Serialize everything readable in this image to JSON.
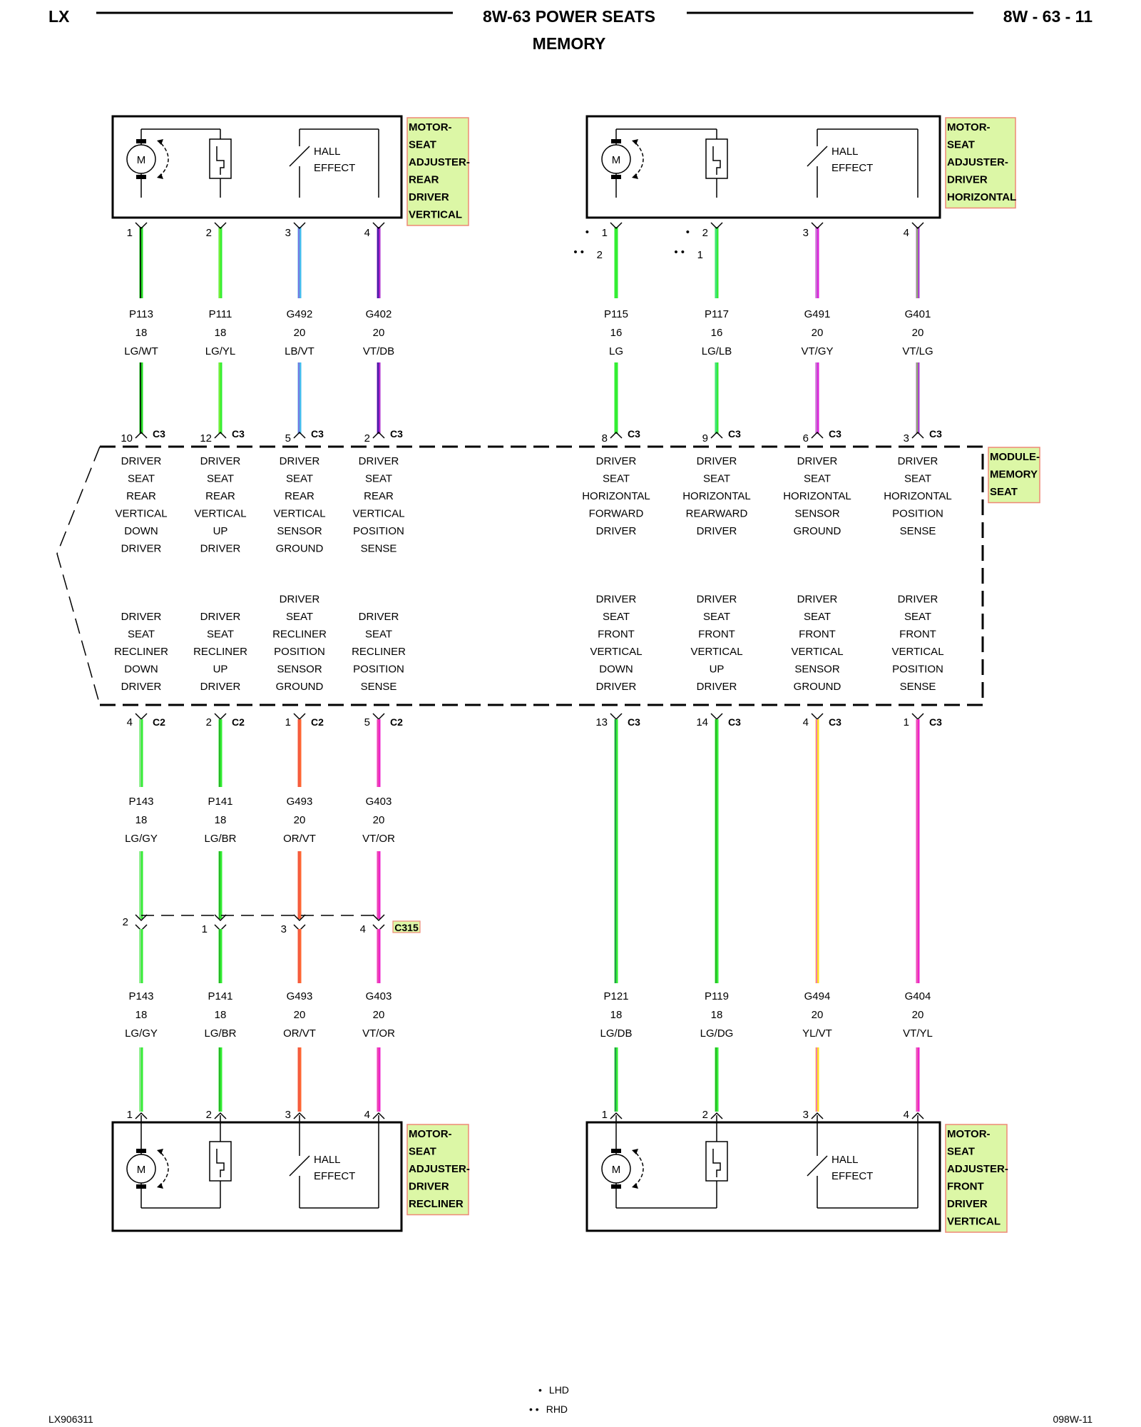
{
  "header": {
    "left": "LX",
    "title": "8W-63 POWER SEATS",
    "subtitle": "MEMORY",
    "page": "8W - 63 - 11"
  },
  "footer": {
    "left": "LX906311",
    "right": "098W-11",
    "legend_lhd": "LHD",
    "legend_rhd": "RHD"
  },
  "hall_label": [
    "HALL",
    "EFFECT"
  ],
  "motor_letter": "M",
  "components": {
    "rear_vertical": [
      "MOTOR-",
      "SEAT",
      "ADJUSTER-",
      "REAR",
      "DRIVER",
      "VERTICAL"
    ],
    "horizontal": [
      "MOTOR-",
      "SEAT",
      "ADJUSTER-",
      "DRIVER",
      "HORIZONTAL"
    ],
    "recliner": [
      "MOTOR-",
      "SEAT",
      "ADJUSTER-",
      "DRIVER",
      "RECLINER"
    ],
    "front_vertical": [
      "MOTOR-",
      "SEAT",
      "ADJUSTER-",
      "FRONT",
      "DRIVER",
      "VERTICAL"
    ],
    "module": [
      "MODULE-",
      "MEMORY",
      "SEAT"
    ]
  },
  "connector_c315": "C315",
  "top_wires": [
    {
      "motor_pin": "1",
      "circuit": "P113",
      "gauge": "18",
      "color": "LG/WT",
      "module_pin": "10",
      "conn": "C3",
      "colors": [
        "#22dd22",
        "#000000"
      ],
      "func": [
        "DRIVER",
        "SEAT",
        "REAR",
        "VERTICAL",
        "DOWN",
        "DRIVER"
      ]
    },
    {
      "motor_pin": "2",
      "circuit": "P111",
      "gauge": "18",
      "color": "LG/YL",
      "module_pin": "12",
      "conn": "C3",
      "colors": [
        "#33ee33",
        "#88ee33"
      ],
      "func": [
        "DRIVER",
        "SEAT",
        "REAR",
        "VERTICAL",
        "UP",
        "DRIVER"
      ]
    },
    {
      "motor_pin": "3",
      "circuit": "G492",
      "gauge": "20",
      "color": "LB/VT",
      "module_pin": "5",
      "conn": "C3",
      "colors": [
        "#44bbee",
        "#8866dd"
      ],
      "func": [
        "DRIVER",
        "SEAT",
        "REAR",
        "VERTICAL",
        "SENSOR",
        "GROUND"
      ]
    },
    {
      "motor_pin": "4",
      "circuit": "G402",
      "gauge": "20",
      "color": "VT/DB",
      "module_pin": "2",
      "conn": "C3",
      "colors": [
        "#aa22cc",
        "#222299"
      ],
      "func": [
        "DRIVER",
        "SEAT",
        "REAR",
        "VERTICAL",
        "POSITION",
        "SENSE"
      ]
    },
    {
      "motor_pin": "1",
      "motor_pin_alt": "2",
      "circuit": "P115",
      "gauge": "16",
      "color": "LG",
      "module_pin": "8",
      "conn": "C3",
      "colors": [
        "#33ee33",
        "#33ee33"
      ],
      "func": [
        "DRIVER",
        "SEAT",
        "HORIZONTAL",
        "FORWARD",
        "DRIVER"
      ]
    },
    {
      "motor_pin": "2",
      "motor_pin_alt": "1",
      "circuit": "P117",
      "gauge": "16",
      "color": "LG/LB",
      "module_pin": "9",
      "conn": "C3",
      "colors": [
        "#33ee33",
        "#44dd99"
      ],
      "func": [
        "DRIVER",
        "SEAT",
        "HORIZONTAL",
        "REARWARD",
        "DRIVER"
      ]
    },
    {
      "motor_pin": "3",
      "circuit": "G491",
      "gauge": "20",
      "color": "VT/GY",
      "module_pin": "6",
      "conn": "C3",
      "colors": [
        "#dd22dd",
        "#bb88cc"
      ],
      "func": [
        "DRIVER",
        "SEAT",
        "HORIZONTAL",
        "SENSOR",
        "GROUND"
      ]
    },
    {
      "motor_pin": "4",
      "circuit": "G401",
      "gauge": "20",
      "color": "VT/LG",
      "module_pin": "3",
      "conn": "C3",
      "colors": [
        "#aa44cc",
        "#88cc55"
      ],
      "func": [
        "DRIVER",
        "SEAT",
        "HORIZONTAL",
        "POSITION",
        "SENSE"
      ]
    }
  ],
  "bottom_wires": [
    {
      "module_pin": "4",
      "conn": "C2",
      "func": [
        "DRIVER",
        "SEAT",
        "RECLINER",
        "DOWN",
        "DRIVER"
      ],
      "circuit": "P143",
      "gauge": "18",
      "color": "LG/GY",
      "colors": [
        "#33ee33",
        "#99dd99"
      ],
      "c315_pin": "2",
      "circuit2": "P143",
      "gauge2": "18",
      "color2": "LG/GY",
      "motor_pin": "1"
    },
    {
      "module_pin": "2",
      "conn": "C2",
      "func": [
        "DRIVER",
        "SEAT",
        "RECLINER",
        "UP",
        "DRIVER"
      ],
      "circuit": "P141",
      "gauge": "18",
      "color": "LG/BR",
      "colors": [
        "#33ee33",
        "#22aa22"
      ],
      "c315_pin": "1",
      "circuit2": "P141",
      "gauge2": "18",
      "color2": "LG/BR",
      "motor_pin": "2"
    },
    {
      "module_pin": "1",
      "conn": "C2",
      "func": [
        "DRIVER",
        "SEAT",
        "RECLINER",
        "POSITION",
        "SENSOR",
        "GROUND"
      ],
      "circuit": "G493",
      "gauge": "20",
      "color": "OR/VT",
      "colors": [
        "#ff6633",
        "#ee5544"
      ],
      "c315_pin": "3",
      "circuit2": "G493",
      "gauge2": "20",
      "color2": "OR/VT",
      "motor_pin": "3"
    },
    {
      "module_pin": "5",
      "conn": "C2",
      "func": [
        "DRIVER",
        "SEAT",
        "RECLINER",
        "POSITION",
        "SENSE"
      ],
      "circuit": "G403",
      "gauge": "20",
      "color": "VT/OR",
      "colors": [
        "#ee22cc",
        "#ee55aa"
      ],
      "c315_pin": "4",
      "circuit2": "G403",
      "gauge2": "20",
      "color2": "VT/OR",
      "motor_pin": "4"
    },
    {
      "module_pin": "13",
      "conn": "C3",
      "func": [
        "DRIVER",
        "SEAT",
        "FRONT",
        "VERTICAL",
        "DOWN",
        "DRIVER"
      ],
      "circuit": "P121",
      "gauge": "18",
      "color": "LG/DB",
      "colors": [
        "#33ee33",
        "#228855"
      ],
      "motor_pin": "1"
    },
    {
      "module_pin": "14",
      "conn": "C3",
      "func": [
        "DRIVER",
        "SEAT",
        "FRONT",
        "VERTICAL",
        "UP",
        "DRIVER"
      ],
      "circuit": "P119",
      "gauge": "18",
      "color": "LG/DG",
      "colors": [
        "#33ee33",
        "#22aa22"
      ],
      "motor_pin": "2"
    },
    {
      "module_pin": "4",
      "conn": "C3",
      "func": [
        "DRIVER",
        "SEAT",
        "FRONT",
        "VERTICAL",
        "SENSOR",
        "GROUND"
      ],
      "circuit": "G494",
      "gauge": "20",
      "color": "YL/VT",
      "colors": [
        "#ffdd22",
        "#ee66cc"
      ],
      "motor_pin": "3"
    },
    {
      "module_pin": "1",
      "conn": "C3",
      "func": [
        "DRIVER",
        "SEAT",
        "FRONT",
        "VERTICAL",
        "POSITION",
        "SENSE"
      ],
      "circuit": "G404",
      "gauge": "20",
      "color": "VT/YL",
      "colors": [
        "#ee22cc",
        "#ee66aa"
      ],
      "motor_pin": "4"
    }
  ]
}
